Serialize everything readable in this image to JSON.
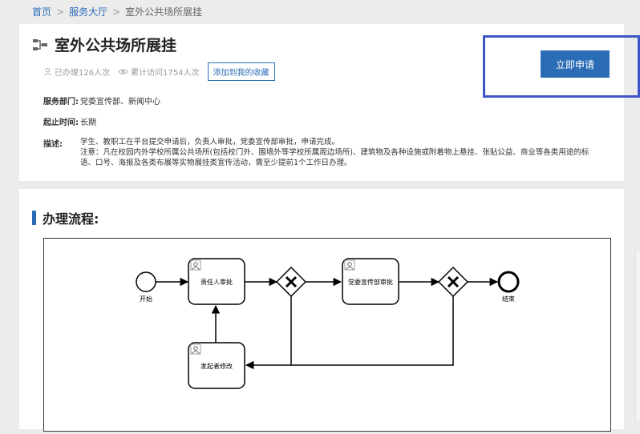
{
  "breadcrumb": {
    "home": "首页",
    "hall": "服务大厅",
    "current": "室外公共场所展挂",
    "sep": ">"
  },
  "header": {
    "title": "室外公共场所展挂",
    "handled": "已办理126人次",
    "visits": "累计访问1754人次",
    "favorite_label": "添加到我的收藏"
  },
  "info": {
    "dept_label": "服务部门:",
    "dept_value": "党委宣传部、新闻中心",
    "time_label": "起止时间:",
    "time_value": "长期",
    "desc_label": "描述:",
    "desc_line1": "学生、教职工在平台提交申请后，负责人审批，党委宣传部审批，申请完成。",
    "desc_line2": "注意：凡在校园内外学校所属公共场所(包括校门外、围墙外等学校所属周边场所)、建筑物及各种设施或附着物上悬挂、张贴公益、商业等各类用途的标语、口号、海报及各类布展等实物展挂类宣传活动，需至少提前1个工作日办理。"
  },
  "apply_label": "立即申请",
  "process": {
    "section_title": "办理流程:",
    "start": "开始",
    "task1": "责任人审批",
    "task2": "党委宣传部审批",
    "task3": "发起者修改",
    "end": "结束"
  },
  "colors": {
    "accent": "#2a6cb6",
    "highlight_box": "#3c55c8"
  }
}
